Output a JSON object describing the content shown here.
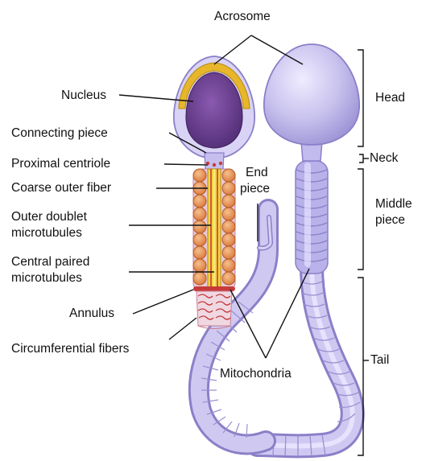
{
  "labels": {
    "acrosome": "Acrosome",
    "nucleus": "Nucleus",
    "connecting_piece": "Connecting piece",
    "proximal_centriole": "Proximal centriole",
    "coarse_outer_fiber": "Coarse outer fiber",
    "outer_doublet_line1": "Outer doublet",
    "outer_doublet_line2": "microtubules",
    "central_paired_line1": "Central paired",
    "central_paired_line2": "microtubules",
    "annulus": "Annulus",
    "circumferential_fibers": "Circumferential fibers",
    "end_piece_line1": "End",
    "end_piece_line2": "piece",
    "mitochondria": "Mitochondria",
    "head": "Head",
    "neck": "Neck",
    "middle_piece_line1": "Middle",
    "middle_piece_line2": "piece",
    "tail": "Tail"
  },
  "colors": {
    "lavender_fill": "#c9c3ee",
    "lavender_stroke": "#8a80c8",
    "nucleus": "#6a3d8f",
    "acrosome_gold": "#e7b62a",
    "mitochondria_orange": "#e8925a",
    "fiber_yellow": "#f2d640",
    "fiber_red": "#c73a3a",
    "line": "#111111"
  }
}
